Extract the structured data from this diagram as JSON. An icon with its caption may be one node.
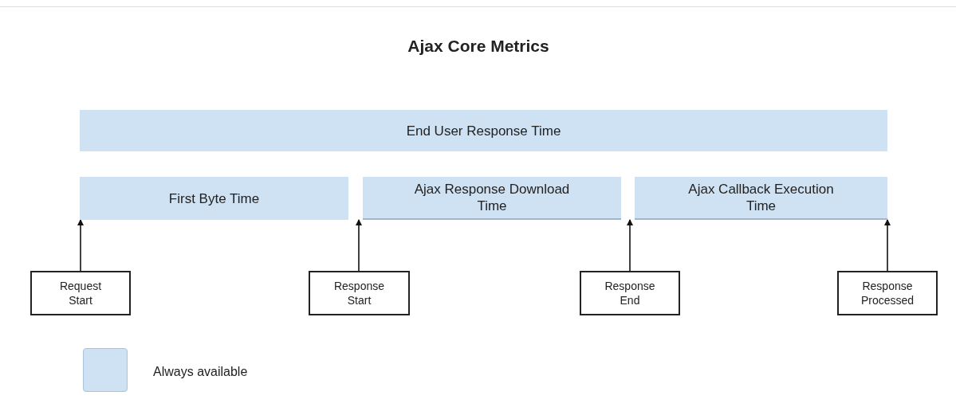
{
  "diagram": {
    "title": "Ajax Core Metrics",
    "nodes": [
      {
        "text": [
          "End User Response Time"
        ]
      },
      {
        "text": [
          "First Byte Time"
        ]
      },
      {
        "text": [
          "Ajax Response Download Time"
        ]
      },
      {
        "text": [
          "Ajax Callback Execution Time"
        ]
      },
      {
        "text": [
          "Request Start"
        ]
      },
      {
        "text": [
          "Response Start"
        ]
      },
      {
        "text": [
          "Response End"
        ]
      },
      {
        "text": [
          "Response Processed"
        ]
      }
    ],
    "edges": [
      {
        "from": 4,
        "to": 1,
        "arrow": "to"
      },
      {
        "from": 5,
        "to": 2,
        "arrow": "to"
      },
      {
        "from": 6,
        "to": 3,
        "arrow": "to"
      },
      {
        "from": 7,
        "to": 3,
        "arrow": "to"
      }
    ],
    "legend": [
      {
        "text": "Always available",
        "color": "#cfe2f3"
      }
    ]
  }
}
